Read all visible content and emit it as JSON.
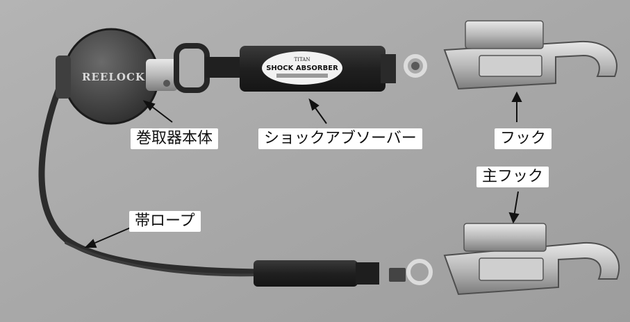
{
  "callouts": {
    "retractor_body": "巻取器本体",
    "shock_absorber": "ショックアブソーバー",
    "hook": "フック",
    "main_hook": "主フック",
    "belt_rope": "帯ロープ"
  },
  "product_markings": {
    "retractor_brand": "REELOCK",
    "absorber_brand": "TITAN",
    "absorber_label": "SHOCK ABSORBER"
  },
  "colors": {
    "background": "#a9a9a9",
    "callout_fill": "#ffffff",
    "callout_text": "#111111",
    "arrow": "#111111"
  }
}
